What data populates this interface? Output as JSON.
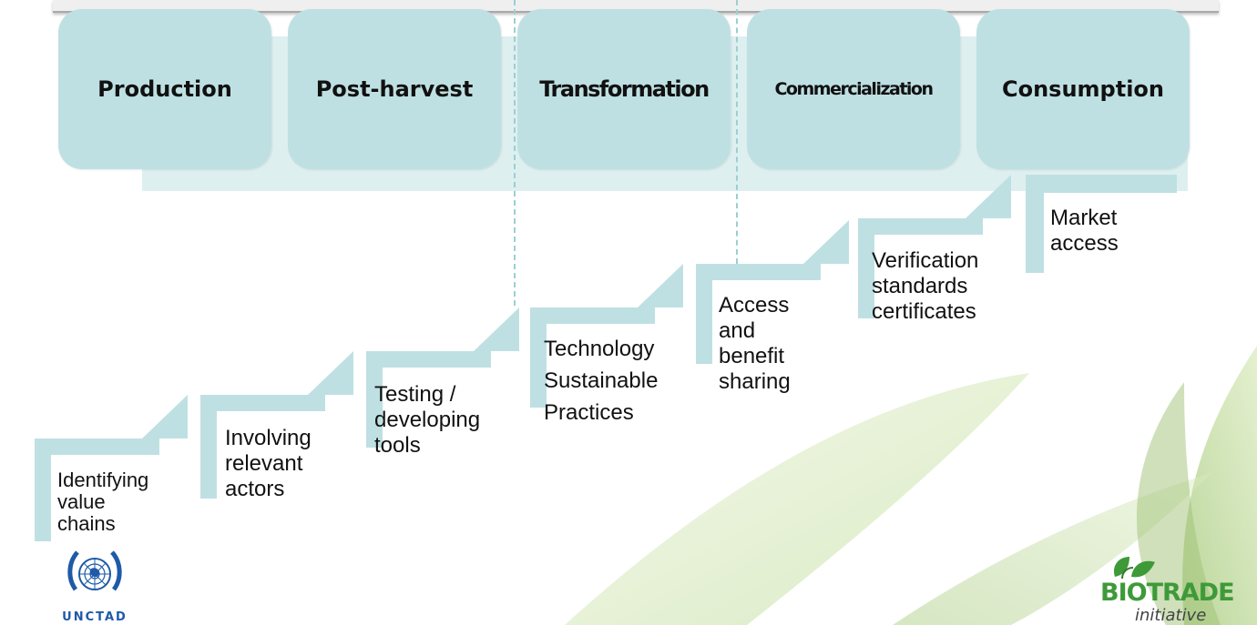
{
  "stages": [
    {
      "label": "Production"
    },
    {
      "label": "Post-harvest"
    },
    {
      "label": "Transformation"
    },
    {
      "label": "Commercialization"
    },
    {
      "label": "Consumption"
    }
  ],
  "steps": [
    {
      "lines": [
        "Identifying",
        "value",
        "chains"
      ]
    },
    {
      "lines": [
        "Involving",
        "relevant",
        "actors"
      ]
    },
    {
      "lines": [
        "Testing /",
        "developing",
        "tools"
      ]
    },
    {
      "lines": [
        "Technology",
        "Sustainable",
        "Practices"
      ]
    },
    {
      "lines": [
        "Access",
        "and",
        "benefit",
        "sharing"
      ]
    },
    {
      "lines": [
        "Verification",
        "standards",
        "certificates"
      ]
    },
    {
      "lines": [
        "Market",
        "access"
      ]
    }
  ],
  "logos": {
    "unctad": "UNCTAD",
    "biotrade_word": "BIOTRADE",
    "biotrade_sub": "initiative"
  },
  "colors": {
    "stage_fill": "#bfe0e2",
    "band_fill": "#deeff0",
    "arrow_fill": "#bfe0e2",
    "unctad_blue": "#1e5aa8",
    "biotrade_green": "#3e9a38"
  }
}
